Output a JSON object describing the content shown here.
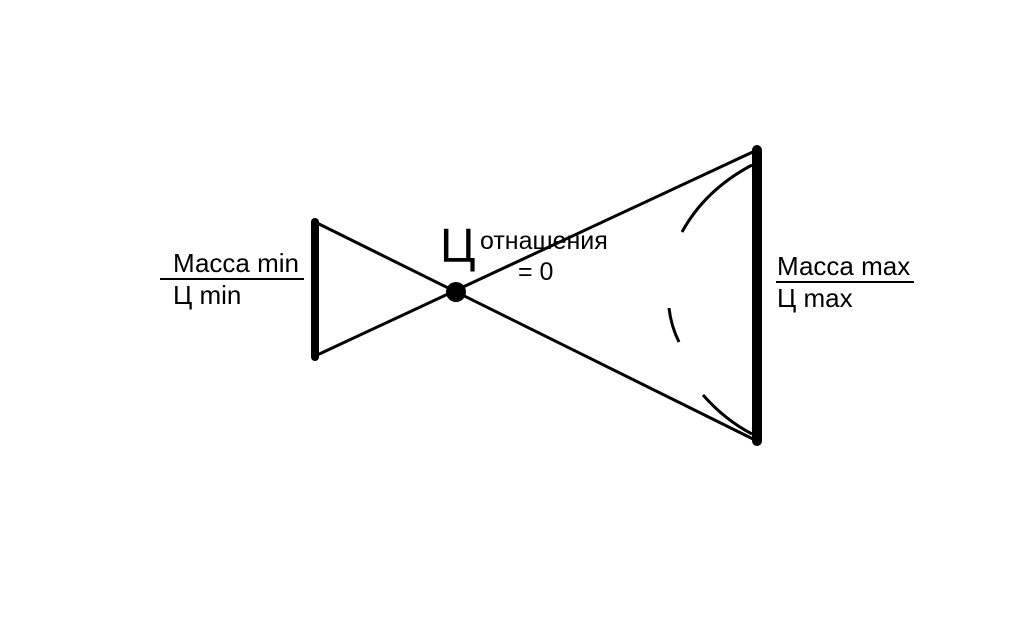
{
  "colors": {
    "background": "#ffffff",
    "ink": "#000000"
  },
  "left_fraction": {
    "numerator": "Масса min",
    "denominator": "Ц min"
  },
  "right_fraction": {
    "numerator": "Масса max",
    "denominator": "Ц max"
  },
  "center_label": {
    "symbol": "Ц",
    "subscript": "отнашения",
    "value": "= 0"
  }
}
